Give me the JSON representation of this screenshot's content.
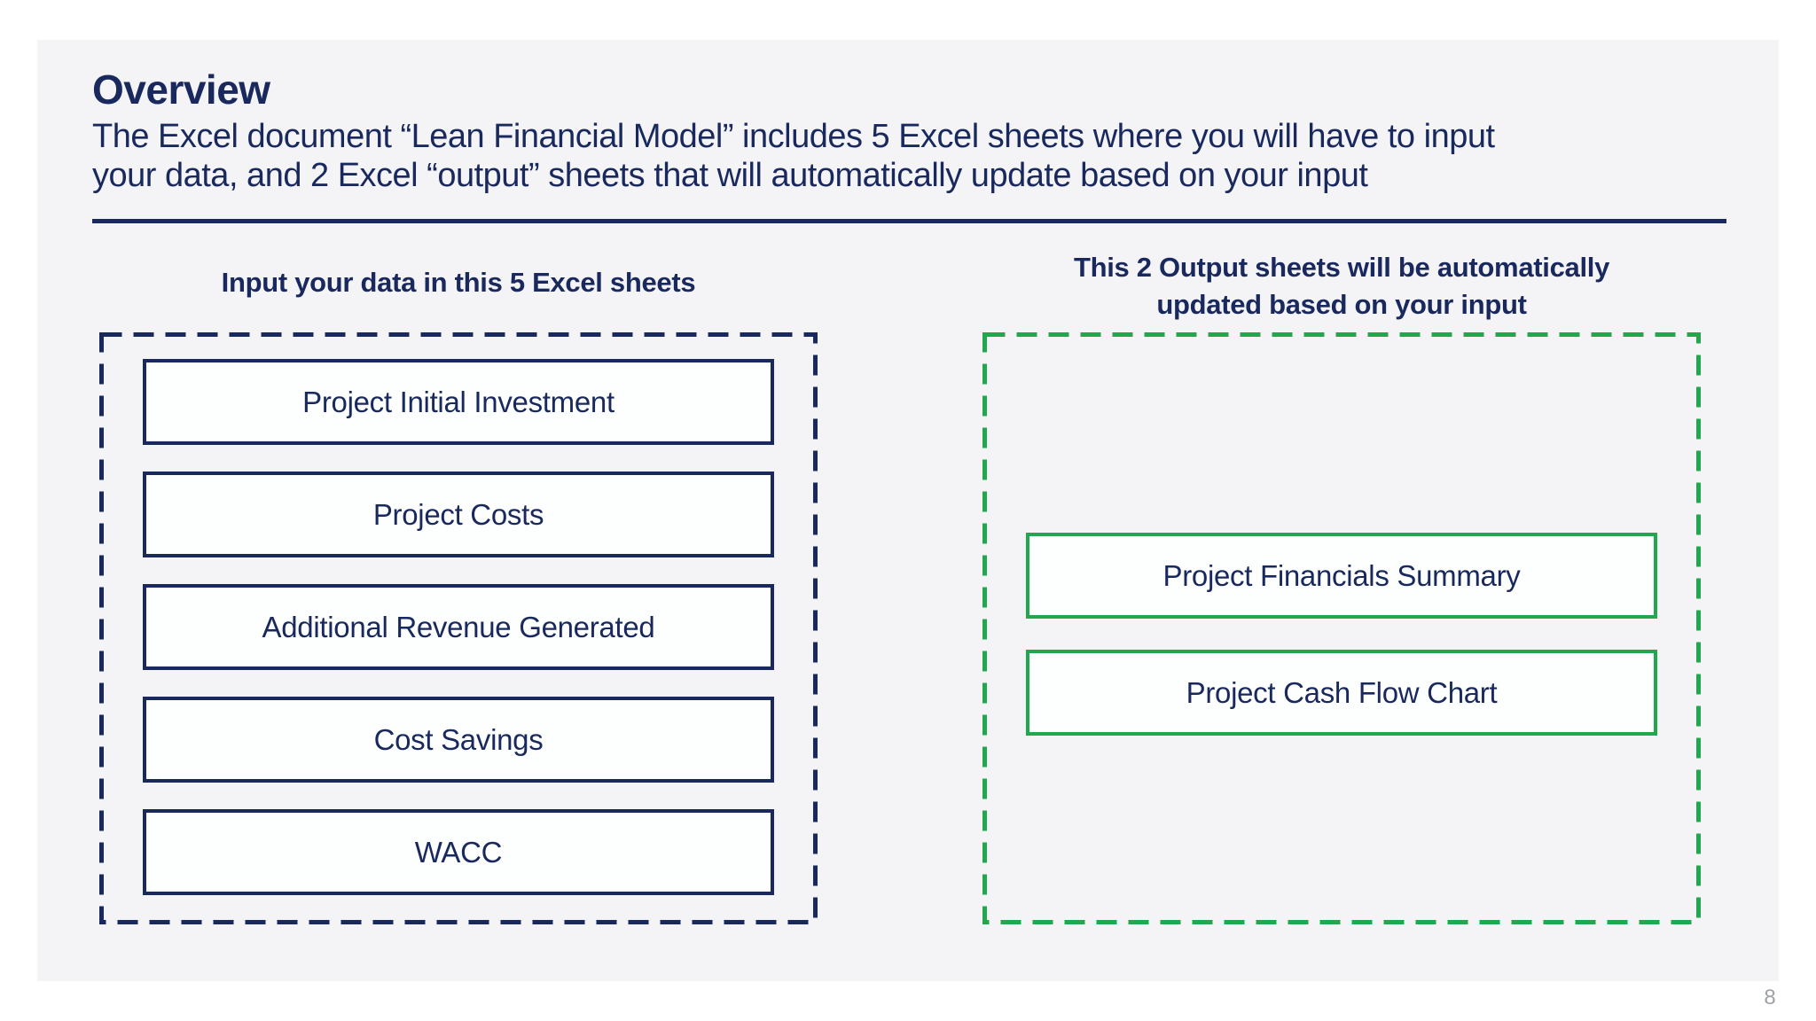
{
  "colors": {
    "navy": "#19295E",
    "green": "#21A84E",
    "slide_bg": "#F4F4F6",
    "page_bg": "#FFFFFF",
    "page_number_gray": "#9EA2A8"
  },
  "header": {
    "title": "Overview",
    "subtitle_line1": "The Excel document “Lean Financial Model” includes 5 Excel sheets where you will have to input",
    "subtitle_line2": "your data, and 2 Excel “output” sheets that will automatically update based on your input"
  },
  "input_sheets": {
    "header": "Input your data in this 5 Excel sheets",
    "items": [
      "Project Initial Investment",
      "Project Costs",
      "Additional Revenue Generated",
      "Cost Savings",
      "WACC"
    ]
  },
  "output_sheets": {
    "header_line1": "This 2 Output sheets will be automatically",
    "header_line2": "updated based on your input",
    "items": [
      "Project Financials Summary",
      "Project Cash Flow Chart"
    ]
  },
  "footer": {
    "page_number": "8"
  }
}
